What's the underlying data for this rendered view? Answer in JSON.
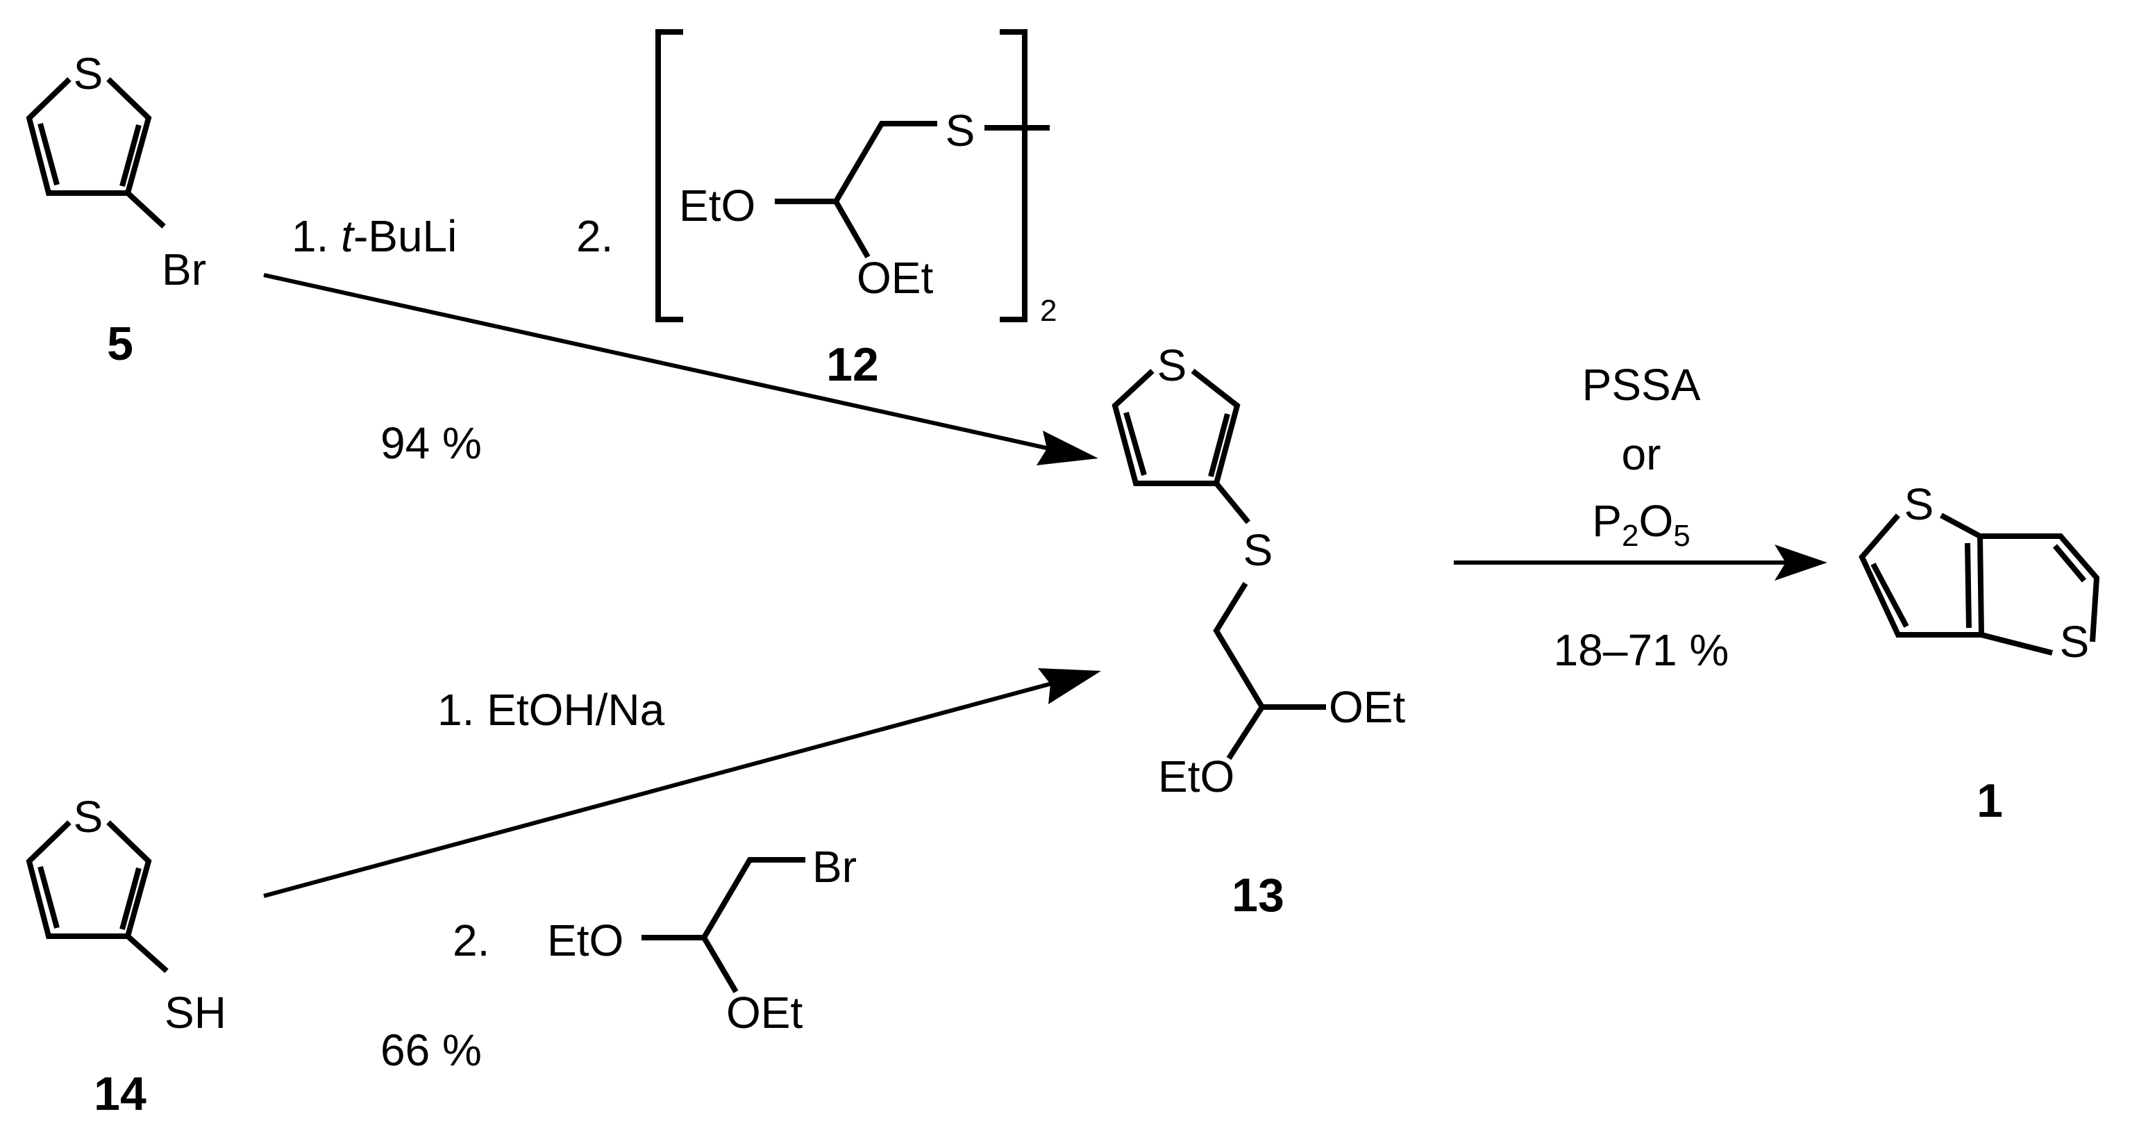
{
  "compounds": {
    "c5": {
      "number": "5",
      "substituent": "Br"
    },
    "c12": {
      "number": "12",
      "group_left": "EtO",
      "group_bottom": "OEt",
      "sulfur": "S",
      "multiplier": "2"
    },
    "c13": {
      "number": "13",
      "sulfur": "S",
      "group_right": "OEt",
      "group_left": "EtO"
    },
    "c14": {
      "number": "14",
      "substituent": "SH"
    },
    "c1": {
      "number": "1"
    },
    "bromoacetal": {
      "halogen": "Br",
      "group_left": "EtO",
      "group_bottom": "OEt"
    }
  },
  "ring_atom": "S",
  "reactions": {
    "top": {
      "step1_prefix": "1. ",
      "step1_italic": "t",
      "step1_suffix": "-BuLi",
      "step2": "2.",
      "yield": "94 %"
    },
    "bottom": {
      "step1": "1. EtOH/Na",
      "step2": "2.",
      "yield": "66 %"
    },
    "cyclization": {
      "reagent1": "PSSA",
      "connector": "or",
      "reagent2_p": "P",
      "reagent2_sub1": "2",
      "reagent2_o": "O",
      "reagent2_sub2": "5",
      "yield": "18–71 %"
    }
  }
}
